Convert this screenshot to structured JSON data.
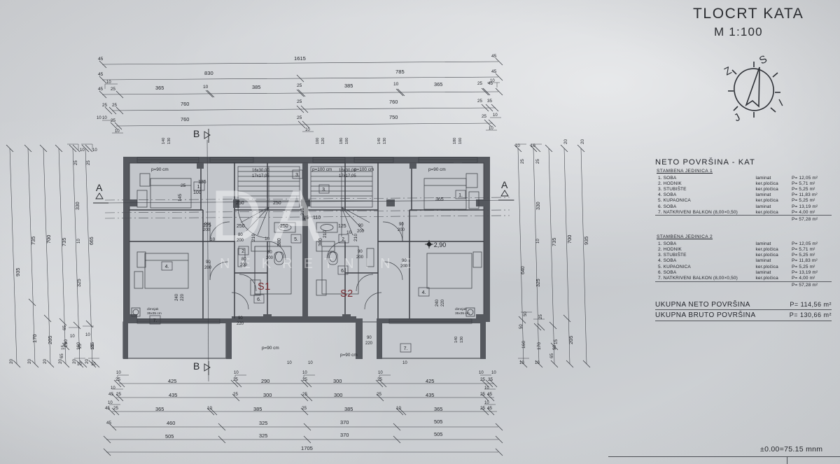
{
  "sheet": {
    "title": "TLOCRT KATA",
    "scale": "M 1:100",
    "datum": "±0.00=75.15 mnm"
  },
  "compass": {
    "north_label": "S",
    "south_label": "J",
    "east_label": "I",
    "west_label": "Z"
  },
  "watermark": {
    "main": "DA",
    "sub": "NEKRETNINE"
  },
  "legend": {
    "heading": "NETO  POVRŠINA - KAT",
    "unit1_title": "STAMBENA JEDINICA 1",
    "unit2_title": "STAMBENA JEDINICA 2",
    "unit1_rows": [
      {
        "name": "1. SOBA",
        "material": "laminat",
        "area": "P=  12,05 m²"
      },
      {
        "name": "2. HODNIK",
        "material": "ker.pločica",
        "area": "P=   5,71 m²"
      },
      {
        "name": "3. STUBIŠTE",
        "material": "ker.pločica",
        "area": "P=   5,25 m²"
      },
      {
        "name": "4. SOBA",
        "material": "laminat",
        "area": "P=  11,83 m²"
      },
      {
        "name": "5. KUPAONICA",
        "material": "ker.pločica",
        "area": "P=   5,25 m²"
      },
      {
        "name": "6. SOBA",
        "material": "laminat",
        "area": "P=  13,19 m²"
      },
      {
        "name": "7. NATKRIVENI BALKON (8,00×0,50)",
        "material": "ker.pločica",
        "area": "P=   4,00 m²"
      }
    ],
    "unit1_sum": "P=  57,28 m²",
    "unit2_rows": [
      {
        "name": "1. SOBA",
        "material": "laminat",
        "area": "P=  12,05 m²"
      },
      {
        "name": "2. HODNIK",
        "material": "ker.pločica",
        "area": "P=   5,71 m²"
      },
      {
        "name": "3. STUBIŠTE",
        "material": "ker.pločica",
        "area": "P=   5,25 m²"
      },
      {
        "name": "4. SOBA",
        "material": "laminat",
        "area": "P=  11,83 m²"
      },
      {
        "name": "5. KUPAONICA",
        "material": "ker.pločica",
        "area": "P=   5,25 m²"
      },
      {
        "name": "6. SOBA",
        "material": "laminat",
        "area": "P=  13,19 m²"
      },
      {
        "name": "7. NATKRIVENI BALKON (8,00×0,50)",
        "material": "ker.pločica",
        "area": "P=   4,00 m²"
      }
    ],
    "unit2_sum": "P=  57,28 m²",
    "total_net_label": "UKUPNA NETO POVRŠINA",
    "total_net_value": "P= 114,56 m²",
    "total_gross_label": "UKUPNA BRUTO POVRŠINA",
    "total_gross_value": "P= 130,66 m²"
  },
  "plan": {
    "zone_left": "S1",
    "zone_right": "S2",
    "section_a_left": "A",
    "section_a_right": "A",
    "section_b_top": "B",
    "section_b_bottom": "B",
    "elevation_marker": "+ 2,90",
    "chimney_note_left": "dimnjak\n35x35 cm",
    "chimney_note_right": "dimnjak\n35x35 cm",
    "stair_note_left": "16x30,00\n17x17,05",
    "stair_note_right": "16x30,00\n17x17,05",
    "parapet_notes": [
      "p=90 cm",
      "p=100 cm",
      "p=100 cm",
      "p=90 cm",
      "p=90 cm",
      "p=90 cm"
    ],
    "room_numbers": [
      "1.",
      "2.",
      "3.",
      "4.",
      "5.",
      "6.",
      "7."
    ],
    "door_labels": [
      "80\n200",
      "90\n200",
      "80\n200",
      "90\n200",
      "90\n220",
      "90\n220",
      "240\n220",
      "240\n220"
    ],
    "window_labels": [
      "140\n130",
      "100\n120",
      "180\n100",
      "180\n100",
      "100\n120",
      "140\n130"
    ]
  },
  "dimensions": {
    "top_chains": [
      {
        "segs": [
          "45",
          "1615",
          "45"
        ]
      },
      {
        "segs": [
          "45",
          "830",
          "785",
          "45"
        ]
      },
      {
        "segs": [
          "45",
          "25",
          "365",
          "10",
          "385",
          "25",
          "385",
          "10",
          "365",
          "25",
          "45"
        ]
      },
      {
        "segs": [
          "25",
          "25",
          "760",
          "25",
          "760",
          "25",
          "35"
        ]
      },
      {
        "segs": [
          "25",
          "760",
          "25",
          "750",
          "25"
        ]
      }
    ],
    "top_small": [
      "10",
      "10",
      "10",
      "10",
      "10",
      "10",
      "10",
      "10",
      "10"
    ],
    "bottom_chains": [
      {
        "segs": [
          "25",
          "425",
          "25",
          "290",
          "25",
          "300",
          "25",
          "425",
          "25",
          "35"
        ]
      },
      {
        "segs": [
          "45",
          "25",
          "435",
          "25",
          "300",
          "25",
          "300",
          "25",
          "435",
          "25",
          "45"
        ]
      },
      {
        "segs": [
          "45",
          "25",
          "365",
          "10",
          "385",
          "25",
          "385",
          "10",
          "365",
          "25",
          "45"
        ]
      },
      {
        "segs": [
          "45",
          "460",
          "325",
          "370",
          "505"
        ]
      },
      {
        "segs": [
          "505",
          "325",
          "370",
          "505"
        ]
      },
      {
        "segs": [
          "1705"
        ]
      }
    ],
    "bottom_small": [
      "10",
      "10",
      "10",
      "10",
      "10",
      "10",
      "10",
      "10",
      "10"
    ],
    "left_chains": [
      {
        "segs": [
          "20",
          "935"
        ]
      },
      {
        "segs": [
          "20",
          "170",
          "735"
        ]
      },
      {
        "segs": [
          "20",
          "205",
          "700"
        ]
      },
      {
        "segs": [
          "20",
          "65",
          "90",
          "15",
          "735"
        ]
      },
      {
        "segs": [
          "20",
          "160",
          "10",
          "325",
          "10",
          "330",
          "25"
        ]
      },
      {
        "segs": [
          "20",
          "25",
          "135",
          "25",
          "665",
          "25"
        ]
      }
    ],
    "left_small": [
      "10",
      "10",
      "10",
      "10",
      "10",
      "10"
    ],
    "right_chains": [
      {
        "segs": [
          "10",
          "160",
          "50",
          "640",
          "25",
          "10"
        ]
      },
      {
        "segs": [
          "10",
          "170",
          "25",
          "325",
          "10",
          "330",
          "25",
          "10"
        ]
      },
      {
        "segs": [
          "65",
          "90",
          "15",
          "735",
          "20"
        ]
      },
      {
        "segs": [
          "205",
          "700",
          "20"
        ]
      },
      {
        "segs": [
          "935"
        ]
      }
    ],
    "interior": [
      "135",
      "25",
      "100",
      "145",
      "125",
      "10",
      "250",
      "250",
      "110",
      "210",
      "210",
      "10",
      "25",
      "250",
      "250",
      "365",
      "210",
      "210",
      "380",
      "380",
      "10",
      "10",
      "125",
      "25",
      "100",
      "145"
    ]
  }
}
